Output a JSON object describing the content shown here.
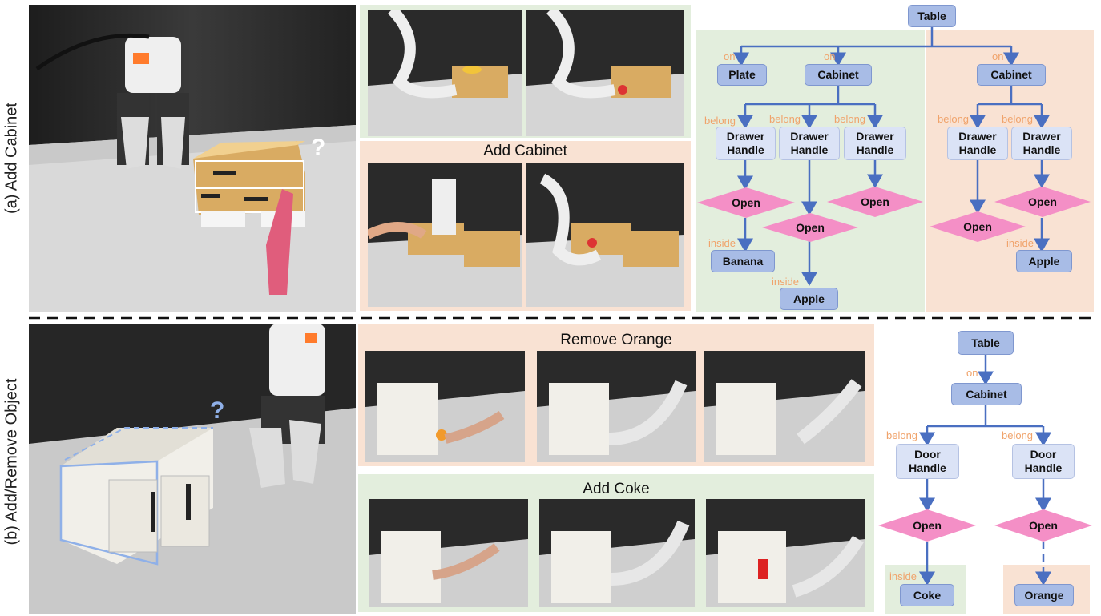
{
  "row_labels": {
    "a": "(a) Add Cabinet",
    "b": "(b) Add/Remove Object"
  },
  "question_mark": "?",
  "panel_titles": {
    "add_cabinet": "Add Cabinet",
    "remove_orange": "Remove Orange",
    "add_coke": "Add Coke"
  },
  "colors": {
    "node": "#a8bce6",
    "node_light": "#dbe3f6",
    "diamond": "#f48fc6",
    "edge": "#4a6fc1",
    "edge_label": "#f0a36b",
    "green_bg": "#e3eedd",
    "orange_bg": "#f9e2d3"
  },
  "graph_a": {
    "table": "Table",
    "plate": "Plate",
    "cabinet_left": "Cabinet",
    "cabinet_right": "Cabinet",
    "handle_1": "Drawer\nHandle",
    "handle_2": "Drawer\nHandle",
    "handle_3": "Drawer\nHandle",
    "handle_4": "Drawer\nHandle",
    "handle_5": "Drawer\nHandle",
    "open_1": "Open",
    "open_2": "Open",
    "open_3": "Open",
    "open_4": "Open",
    "open_5": "Open",
    "banana": "Banana",
    "apple_left": "Apple",
    "apple_right": "Apple",
    "edge_on": "on",
    "edge_belong": "belong",
    "edge_inside": "inside"
  },
  "graph_b": {
    "table": "Table",
    "cabinet": "Cabinet",
    "door_handle_1": "Door\nHandle",
    "door_handle_2": "Door\nHandle",
    "open_1": "Open",
    "open_2": "Open",
    "coke": "Coke",
    "orange": "Orange",
    "edge_on": "on",
    "edge_belong": "belong",
    "edge_inside": "inside"
  }
}
